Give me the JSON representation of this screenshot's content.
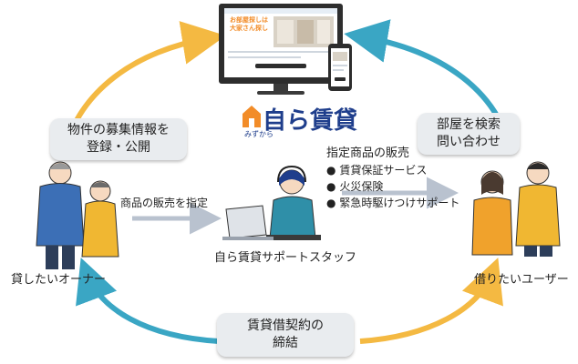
{
  "brand": {
    "main": "自ら賃貸",
    "kana": "みずから"
  },
  "bubbles": {
    "owner_action": [
      "物件の募集情報を",
      "登録・公開"
    ],
    "user_action": [
      "部屋を検索",
      "問い合わせ"
    ],
    "contract": [
      "賃貸借契約の",
      "締結"
    ]
  },
  "arrows": {
    "owner_to_staff": "商品の販売を指定"
  },
  "staff": {
    "label": "自ら賃貸サポートスタッフ"
  },
  "products": {
    "heading": "指定商品の販売",
    "bullet": "●",
    "items": [
      "賃貸保証サービス",
      "火災保険",
      "緊急時駆けつけサポート"
    ]
  },
  "owner": {
    "label": "貸したいオーナー"
  },
  "user": {
    "label": "借りたいユーザー"
  },
  "website": {
    "headline_1": "お部屋探しは",
    "headline_2": "大家さん探し"
  },
  "colors": {
    "cycle_yellow": "#f4b942",
    "cycle_teal": "#3aa6c4",
    "brand_blue": "#1f3e8c",
    "brand_orange": "#f28c28",
    "bubble_bg": "#e9ecef",
    "arrow_gray": "#b9c2cf"
  },
  "icons": [
    "monitor-icon",
    "smartphone-icon",
    "house-logo-icon",
    "headset-icon",
    "laptop-icon"
  ]
}
